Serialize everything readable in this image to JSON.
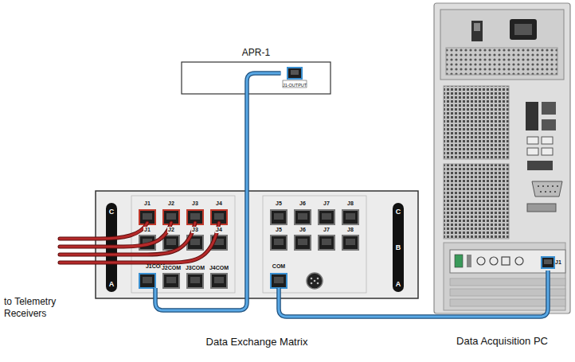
{
  "diagram": {
    "nodes": [
      {
        "text": [
          "APR-1"
        ]
      },
      {
        "text": [
          "J1-OUTPUT"
        ],
        "in": 0
      },
      {
        "text": [
          "Data Exchange Matrix"
        ]
      },
      {
        "text": [
          "J1COM"
        ],
        "in": 2
      },
      {
        "text": [
          "COM"
        ],
        "in": 2
      },
      {
        "text": [
          "Data Acquisition PC"
        ]
      },
      {
        "text": [
          "J1"
        ],
        "in": 5
      }
    ],
    "edges": [
      {
        "from": 3,
        "to": 1,
        "arrow": "none"
      },
      {
        "from": 4,
        "to": 6,
        "arrow": "none"
      }
    ],
    "labels": [
      "J1",
      "J2",
      "J3",
      "J4",
      "J5",
      "J6",
      "J7",
      "J8",
      "J1",
      "J2",
      "J3",
      "J4",
      "J5",
      "J6",
      "J7",
      "J8",
      "J2COM",
      "J3COM",
      "J4COM",
      "C",
      "A",
      "C",
      "B",
      "A",
      "to Telemetry Receivers"
    ]
  }
}
